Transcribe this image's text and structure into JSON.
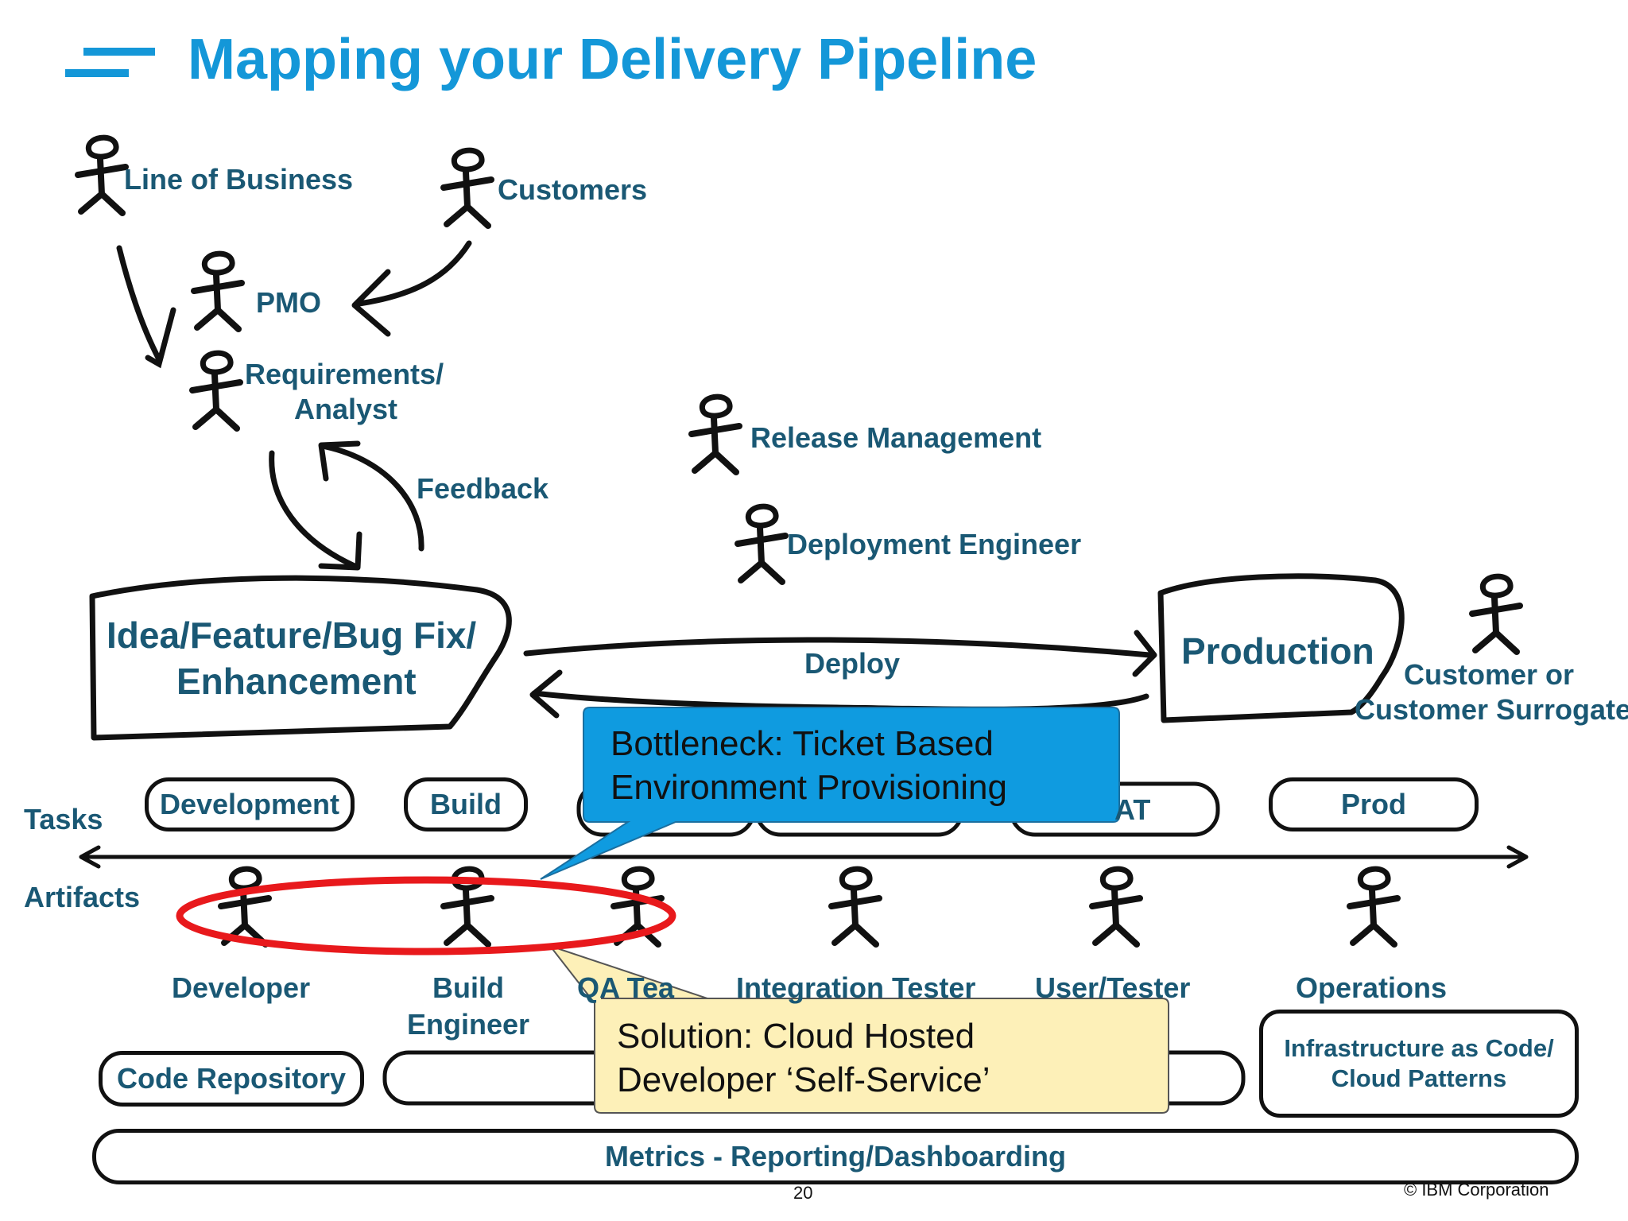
{
  "title": "Mapping your Delivery Pipeline",
  "colors": {
    "title": "#1497d8",
    "label": "#1a5874",
    "bottleneck_callout": "#0f9be0",
    "solution_callout": "#fdf0b8",
    "highlight_ellipse": "#e8191c"
  },
  "actors_top": {
    "line_of_business": "Line of Business",
    "customers": "Customers",
    "pmo": "PMO",
    "requirements_line1": "Requirements/",
    "requirements_line2": "Analyst",
    "feedback": "Feedback",
    "release_management": "Release Management",
    "deployment_engineer": "Deployment Engineer",
    "customer_or_line1": "Customer or",
    "customer_or_line2": "Customer Surrogate"
  },
  "stages": {
    "idea_line1": "Idea/Feature/Bug Fix/",
    "idea_line2": "Enhancement",
    "production": "Production",
    "deploy": "Deploy"
  },
  "axis": {
    "tasks": "Tasks",
    "artifacts": "Artifacts"
  },
  "tasks": {
    "development": "Development",
    "build": "Build",
    "uat_partial": "AT",
    "prod": "Prod"
  },
  "roles": {
    "developer": "Developer",
    "build_line1": "Build",
    "build_line2": "Engineer",
    "qa_partial": "QA Tea",
    "integration_tester": "Integration Tester",
    "user_tester": "User/Tester",
    "operations": "Operations"
  },
  "artifacts": {
    "code_repository": "Code Repository",
    "infra_line1": "Infrastructure as Code/",
    "infra_line2": "Cloud Patterns",
    "metrics": "Metrics - Reporting/Dashboarding"
  },
  "callouts": {
    "bottleneck_line1": "Bottleneck: Ticket Based",
    "bottleneck_line2": "Environment Provisioning",
    "solution_line1": "Solution: Cloud Hosted",
    "solution_line2": "Developer ‘Self-Service’"
  },
  "footer": {
    "page_number": "20",
    "copyright": "© IBM Corporation"
  }
}
